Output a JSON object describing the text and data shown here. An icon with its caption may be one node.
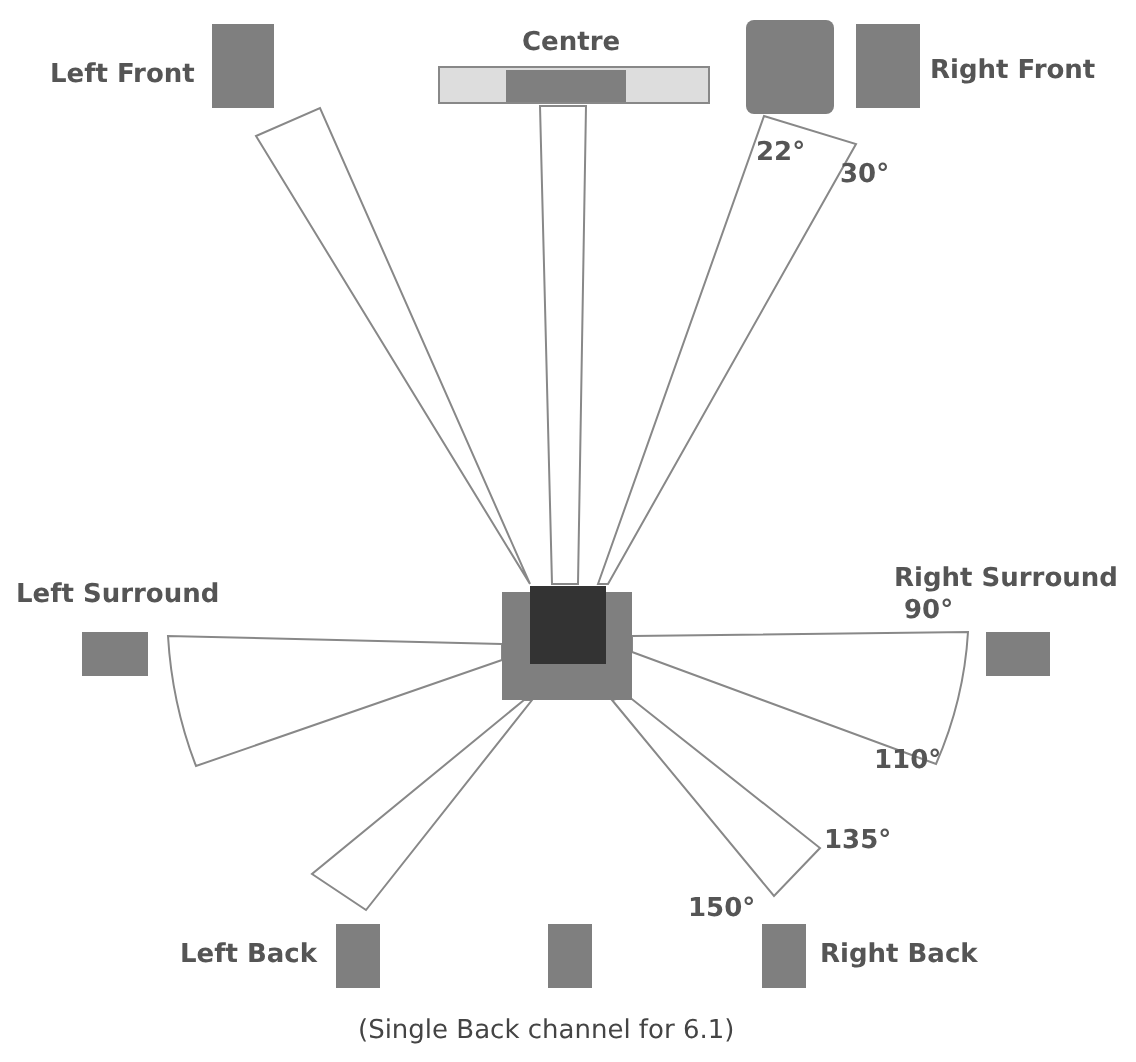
{
  "diagram": {
    "caption": "(Single Back channel for 6.1)",
    "nodes": [
      {
        "text": [
          "Left Front"
        ]
      },
      {
        "text": [
          "Centre"
        ]
      },
      {
        "text": [],
        "shape": "box"
      },
      {
        "text": [
          "Right Front"
        ]
      },
      {
        "text": [
          "Left Surround"
        ]
      },
      {
        "text": [],
        "shape": "box"
      },
      {
        "text": [
          "Right Surround"
        ]
      },
      {
        "text": [
          "Left Back"
        ]
      },
      {
        "text": [],
        "shape": "box"
      },
      {
        "text": [
          "Right Back"
        ]
      }
    ],
    "edges": [],
    "labels": [
      "22°",
      "30°",
      "90°",
      "110°",
      "135°",
      "150°"
    ]
  }
}
